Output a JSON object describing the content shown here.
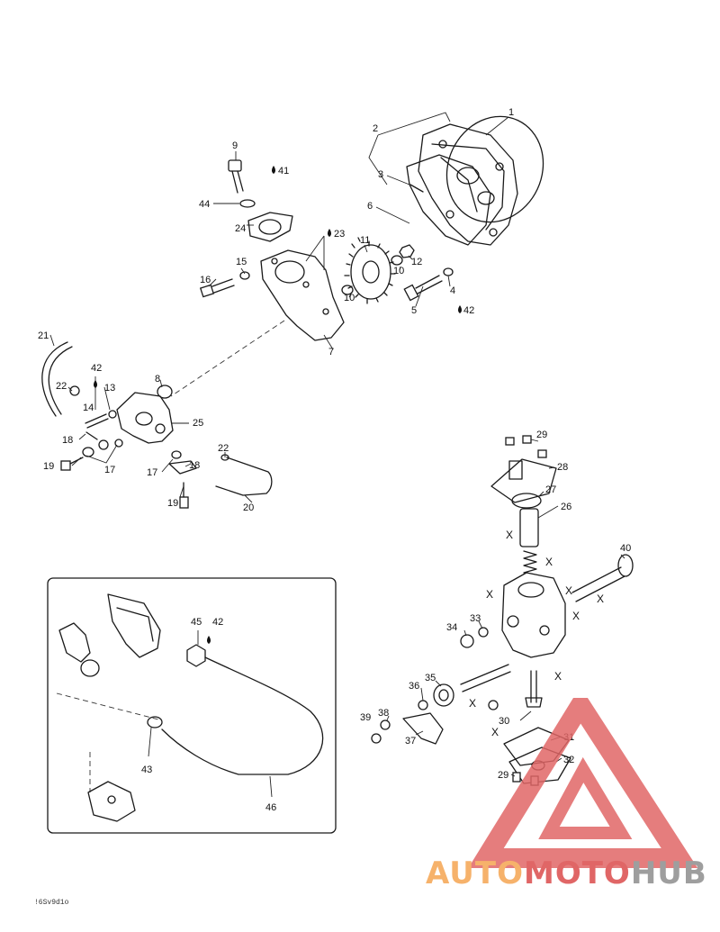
{
  "diagram": {
    "reference_code": "!6Sv9d1o",
    "inset_callouts": [
      "45",
      "42",
      "43",
      "46"
    ],
    "colors": {
      "line": "#1a1a1a",
      "watermark_red": "#e06666",
      "watermark_orange": "#f6b26b",
      "watermark_gray": "#9e9e9e"
    }
  },
  "callouts": [
    {
      "id": "c1",
      "text": "1"
    },
    {
      "id": "c2",
      "text": "2"
    },
    {
      "id": "c3",
      "text": "3"
    },
    {
      "id": "c4",
      "text": "4"
    },
    {
      "id": "c5",
      "text": "5"
    },
    {
      "id": "c6",
      "text": "6"
    },
    {
      "id": "c7",
      "text": "7"
    },
    {
      "id": "c8",
      "text": "8"
    },
    {
      "id": "c9",
      "text": "9"
    },
    {
      "id": "c10a",
      "text": "10"
    },
    {
      "id": "c10b",
      "text": "10"
    },
    {
      "id": "c11",
      "text": "11"
    },
    {
      "id": "c12",
      "text": "12"
    },
    {
      "id": "c13",
      "text": "13"
    },
    {
      "id": "c14",
      "text": "14"
    },
    {
      "id": "c15",
      "text": "15"
    },
    {
      "id": "c16",
      "text": "16"
    },
    {
      "id": "c17a",
      "text": "17"
    },
    {
      "id": "c17b",
      "text": "17"
    },
    {
      "id": "c18a",
      "text": "18"
    },
    {
      "id": "c18b",
      "text": "18"
    },
    {
      "id": "c19a",
      "text": "19"
    },
    {
      "id": "c19b",
      "text": "19"
    },
    {
      "id": "c20",
      "text": "20"
    },
    {
      "id": "c21",
      "text": "21"
    },
    {
      "id": "c22a",
      "text": "22"
    },
    {
      "id": "c22b",
      "text": "22"
    },
    {
      "id": "c23",
      "text": "23"
    },
    {
      "id": "c24",
      "text": "24"
    },
    {
      "id": "c25",
      "text": "25"
    },
    {
      "id": "c26",
      "text": "26"
    },
    {
      "id": "c27",
      "text": "27"
    },
    {
      "id": "c28",
      "text": "28"
    },
    {
      "id": "c29a",
      "text": "29"
    },
    {
      "id": "c29b",
      "text": "29"
    },
    {
      "id": "c30",
      "text": "30"
    },
    {
      "id": "c31",
      "text": "31"
    },
    {
      "id": "c32",
      "text": "32"
    },
    {
      "id": "c33",
      "text": "33"
    },
    {
      "id": "c34",
      "text": "34"
    },
    {
      "id": "c35",
      "text": "35"
    },
    {
      "id": "c36",
      "text": "36"
    },
    {
      "id": "c37",
      "text": "37"
    },
    {
      "id": "c38",
      "text": "38"
    },
    {
      "id": "c39",
      "text": "39"
    },
    {
      "id": "c40",
      "text": "40"
    },
    {
      "id": "c41",
      "text": "41"
    },
    {
      "id": "c42a",
      "text": "42"
    },
    {
      "id": "c42b",
      "text": "42"
    },
    {
      "id": "c43",
      "text": "43"
    },
    {
      "id": "c44",
      "text": "44"
    },
    {
      "id": "c45",
      "text": "45"
    },
    {
      "id": "c46",
      "text": "46"
    }
  ],
  "x_marks": {
    "text": "X"
  },
  "watermark": {
    "part1": "AUTO",
    "part2": "MOTO",
    "part3": "HUB"
  }
}
